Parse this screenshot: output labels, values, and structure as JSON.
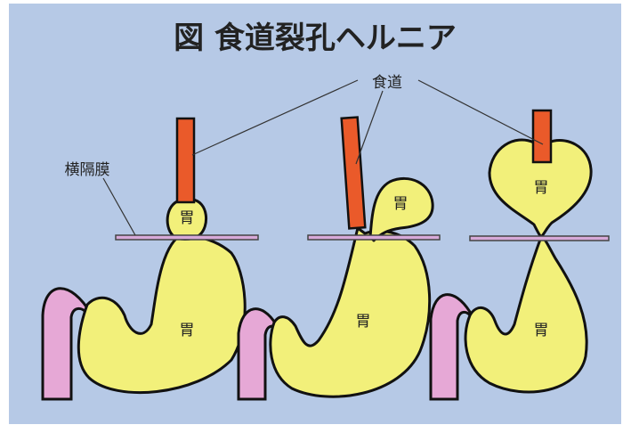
{
  "title": "図 食道裂孔ヘルニア",
  "labels": {
    "esophagus": "食道",
    "diaphragm": "横隔膜"
  },
  "panels": [
    {
      "upper_stomach": "胃",
      "lower_stomach": "胃"
    },
    {
      "upper_stomach": "胃",
      "lower_stomach": "胃"
    },
    {
      "upper_stomach": "胃",
      "lower_stomach": "胃"
    }
  ],
  "colors": {
    "background": "#b6c9e6",
    "stomach": "#f2f07a",
    "esophagus": "#ea5a2a",
    "duodenum": "#e6a8d6",
    "diaphragm": "#d7a9d8"
  }
}
